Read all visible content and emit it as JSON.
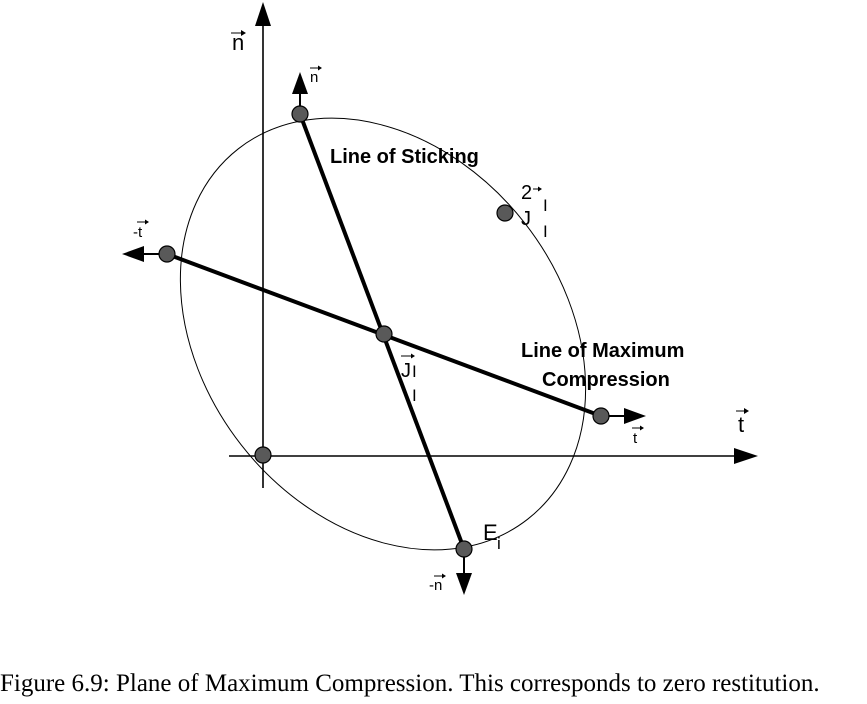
{
  "axes": {
    "n_label": "n",
    "t_label": "t"
  },
  "lines": {
    "sticking_label": "Line of Sticking",
    "compression_label_1": "Line of Maximum",
    "compression_label_2": "Compression"
  },
  "points": {
    "plus_n": "n",
    "minus_n": "-n",
    "plus_t": "t",
    "minus_t": "-t",
    "center_label_main": "J",
    "center_label_sub": "I",
    "center_label_sub2": "I",
    "j2_label_sup": "2",
    "j2_label_main": "J",
    "j2_label_sub1": "I",
    "j2_label_sub2": "I",
    "energy_label_main": "E",
    "energy_label_sub": "i"
  },
  "caption": "Figure 6.9: Plane of Maximum Compression. This corresponds to zero restitution."
}
